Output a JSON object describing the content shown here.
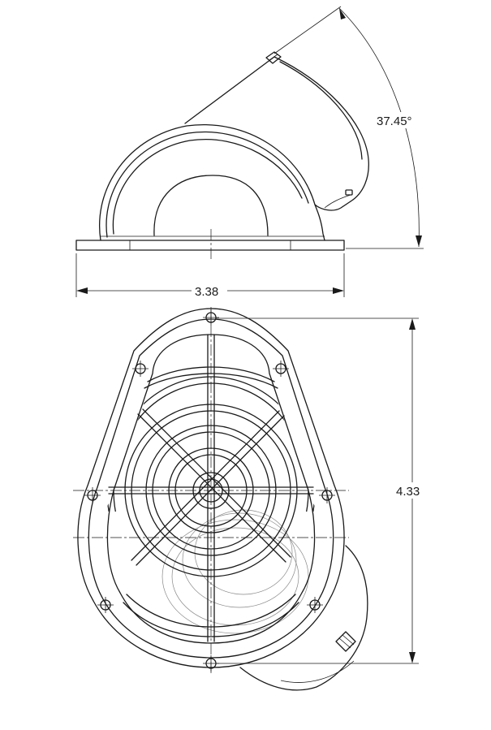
{
  "dimensions": {
    "angle": "37.45°",
    "width": "3.38",
    "height": "4.33"
  }
}
